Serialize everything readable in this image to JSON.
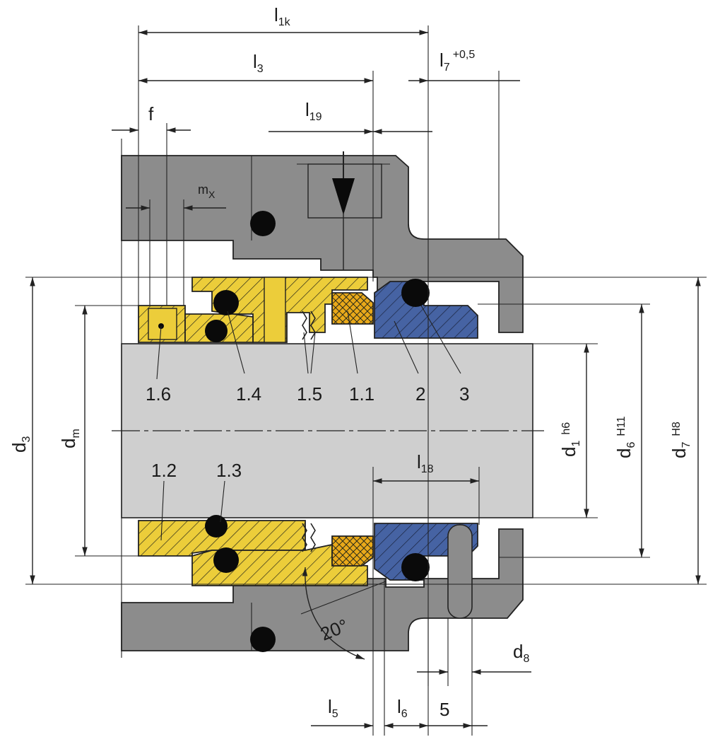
{
  "colors": {
    "housing": "#8c8c8c",
    "shaft": "#cfcfcf",
    "seal_parts": "#eccd3a",
    "seal_hatch": "#2b2b1a",
    "seat": "#4663a3",
    "carbon_face": "#e9a91a",
    "oring": "#0a0a0a"
  },
  "dimensions": {
    "l1k": {
      "main": "l",
      "sub": "1k"
    },
    "l3": {
      "main": "l",
      "sub": "3"
    },
    "l7": {
      "main": "l",
      "sub": "7",
      "sup": "+0,5"
    },
    "f": {
      "main": "f"
    },
    "l19": {
      "main": "l",
      "sub": "19"
    },
    "mx": {
      "main": "m",
      "sub": "X"
    },
    "l18": {
      "main": "l",
      "sub": "18"
    },
    "d3": {
      "main": "d",
      "sub": "3"
    },
    "dm": {
      "main": "d",
      "sub": "m"
    },
    "d1": {
      "main": "d",
      "sub": "1",
      "sup": "h6"
    },
    "d6": {
      "main": "d",
      "sub": "6",
      "sup": "H11"
    },
    "d7": {
      "main": "d",
      "sub": "7",
      "sup": "H8"
    },
    "d8": {
      "main": "d",
      "sub": "8"
    },
    "l5": {
      "main": "l",
      "sub": "5"
    },
    "l6": {
      "main": "l",
      "sub": "6"
    },
    "five": {
      "main": "5"
    },
    "angle": {
      "main": "20°"
    }
  },
  "part_labels": [
    "1.6",
    "1.4",
    "1.5",
    "1.1",
    "2",
    "3",
    "1.2",
    "1.3"
  ]
}
